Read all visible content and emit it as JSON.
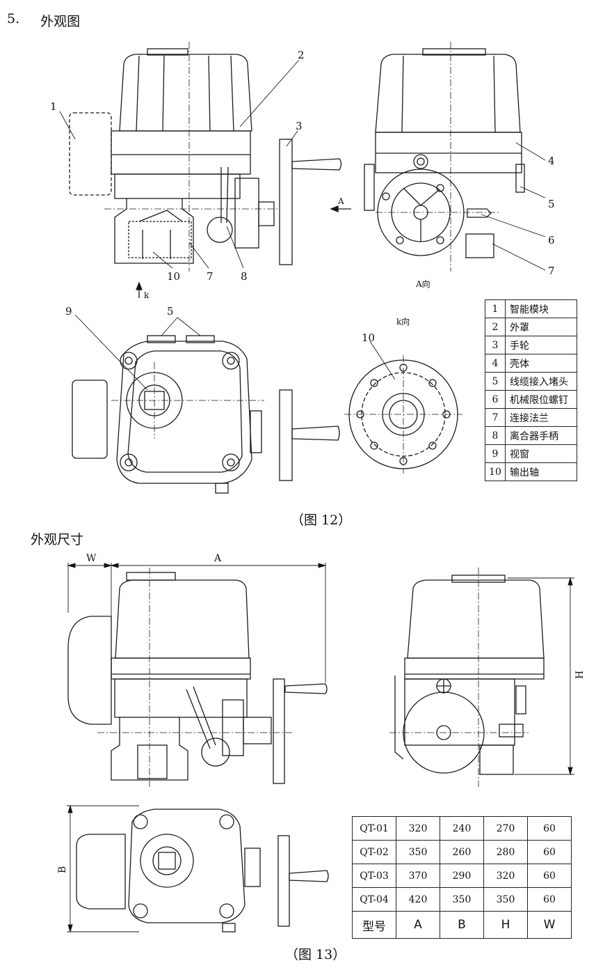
{
  "section": {
    "number": "5.",
    "title": "外观图"
  },
  "figure12": {
    "caption": "（图 12）",
    "view_a_label": "A向",
    "view_k_label": "k向",
    "arrow_a_label": "A",
    "arrow_k_label": "k",
    "callouts": [
      "1",
      "2",
      "3",
      "4",
      "5",
      "6",
      "7",
      "8",
      "9",
      "10"
    ],
    "legend": [
      {
        "num": "1",
        "label": "智能模块"
      },
      {
        "num": "2",
        "label": "外罩"
      },
      {
        "num": "3",
        "label": "手轮"
      },
      {
        "num": "4",
        "label": "壳体"
      },
      {
        "num": "5",
        "label": "线缆接入堵头"
      },
      {
        "num": "6",
        "label": "机械限位螺钉"
      },
      {
        "num": "7",
        "label": "连接法兰"
      },
      {
        "num": "8",
        "label": "离合器手柄"
      },
      {
        "num": "9",
        "label": "视窗"
      },
      {
        "num": "10",
        "label": "输出轴"
      }
    ]
  },
  "figure13": {
    "subtitle": "外观尺寸",
    "caption": "（图 13）",
    "dim_labels": {
      "w": "W",
      "a": "A",
      "h": "H",
      "b": "B"
    },
    "table": {
      "rows": [
        [
          "QT-01",
          "320",
          "240",
          "270",
          "60"
        ],
        [
          "QT-02",
          "350",
          "260",
          "280",
          "60"
        ],
        [
          "QT-03",
          "370",
          "290",
          "320",
          "60"
        ],
        [
          "QT-04",
          "420",
          "350",
          "350",
          "60"
        ]
      ],
      "header": [
        "型号",
        "A",
        "B",
        "H",
        "W"
      ]
    }
  }
}
